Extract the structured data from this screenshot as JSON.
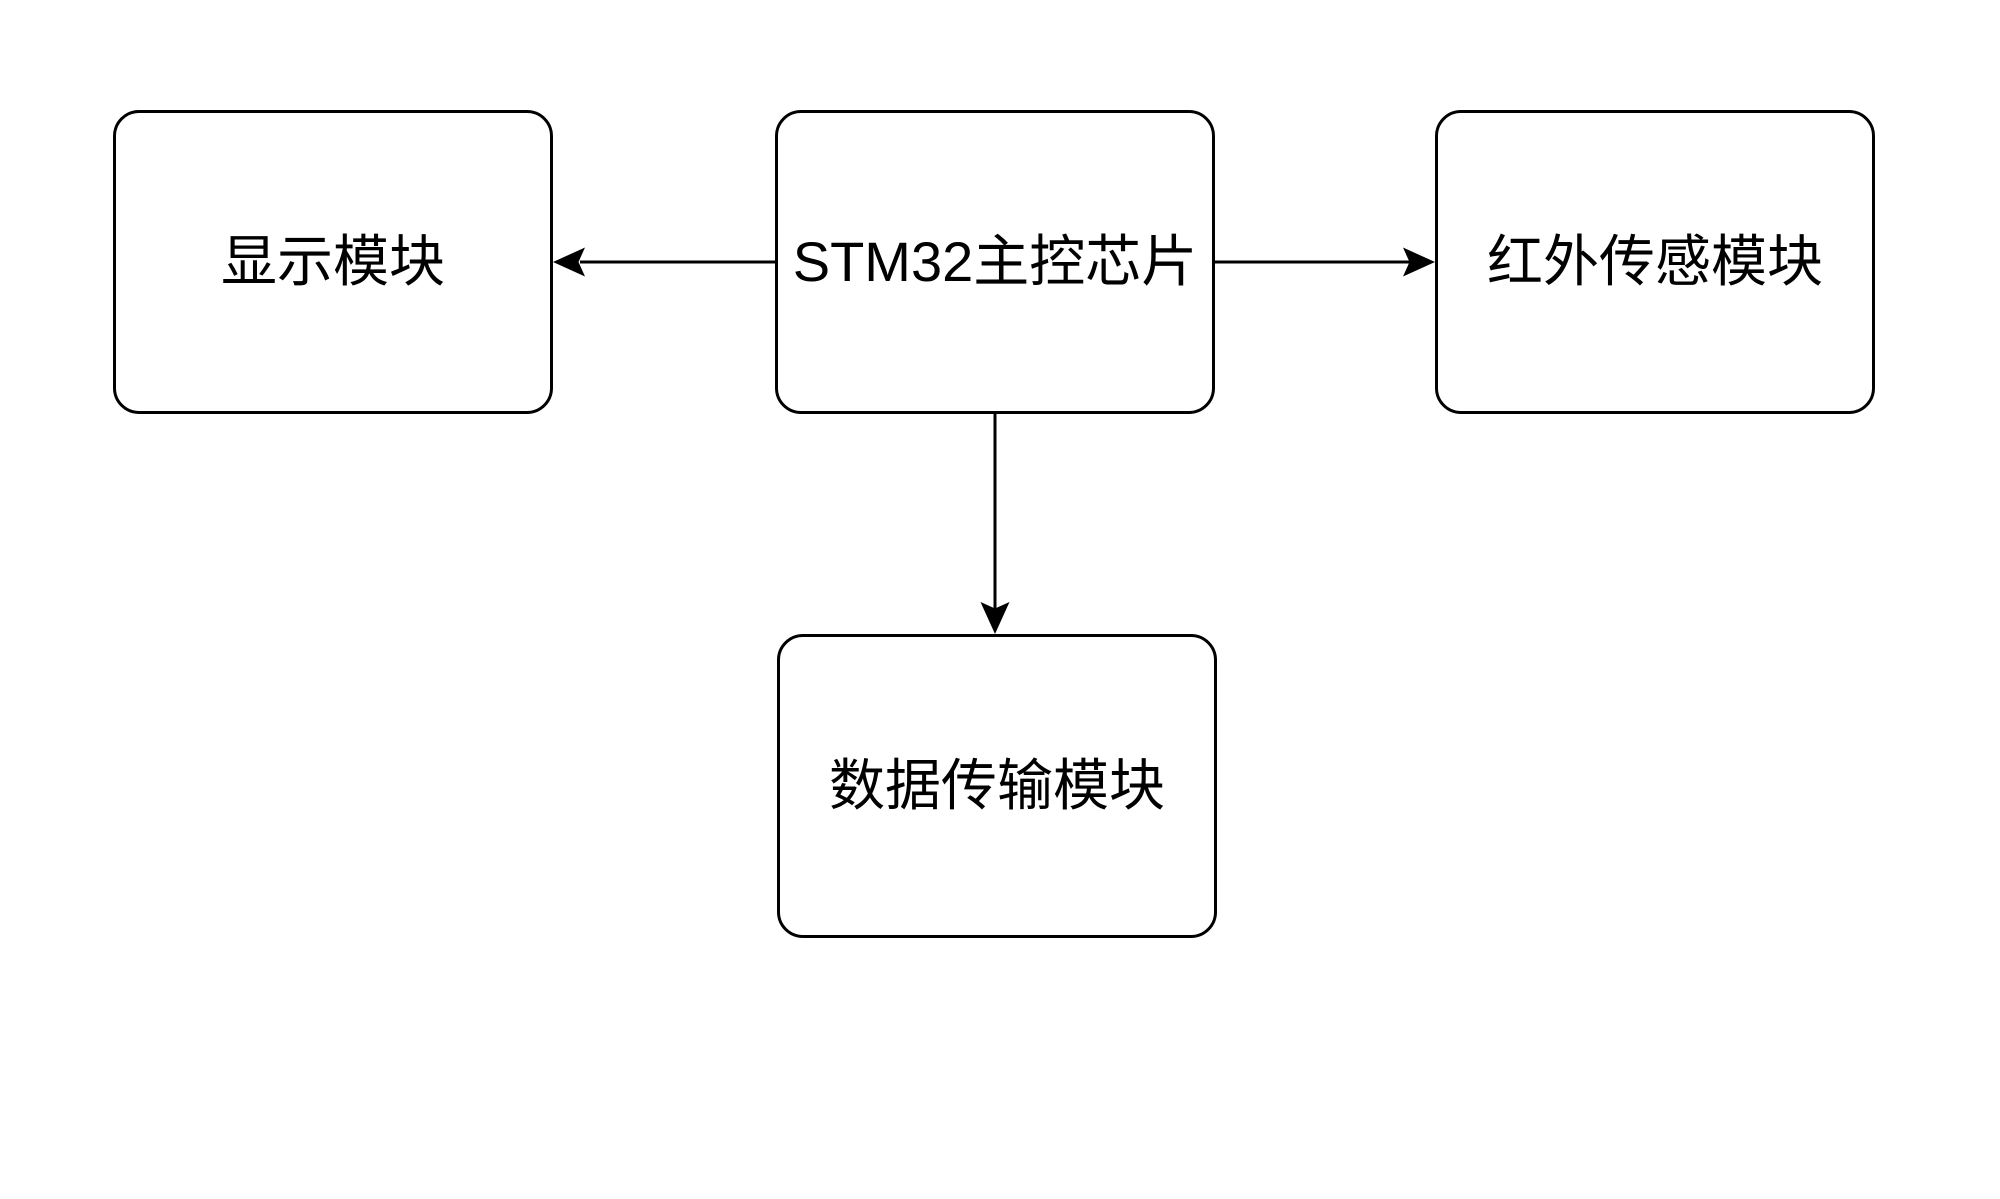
{
  "diagram": {
    "background_color": "#ffffff",
    "stroke_color": "#000000",
    "nodes": [
      {
        "id": "display-module",
        "label": "显示模块"
      },
      {
        "id": "stm32-main-control-chip",
        "label": "STM32主控芯片"
      },
      {
        "id": "infrared-sensor-module",
        "label": "红外传感模块"
      },
      {
        "id": "data-transmission-module",
        "label": "数据传输模块"
      }
    ],
    "edges": [
      {
        "from": "stm32-main-control-chip",
        "to": "display-module",
        "direction": "left",
        "arrowhead": "filled-classic"
      },
      {
        "from": "stm32-main-control-chip",
        "to": "infrared-sensor-module",
        "direction": "right",
        "arrowhead": "filled-classic"
      },
      {
        "from": "stm32-main-control-chip",
        "to": "data-transmission-module",
        "direction": "down",
        "arrowhead": "filled-classic"
      }
    ]
  }
}
